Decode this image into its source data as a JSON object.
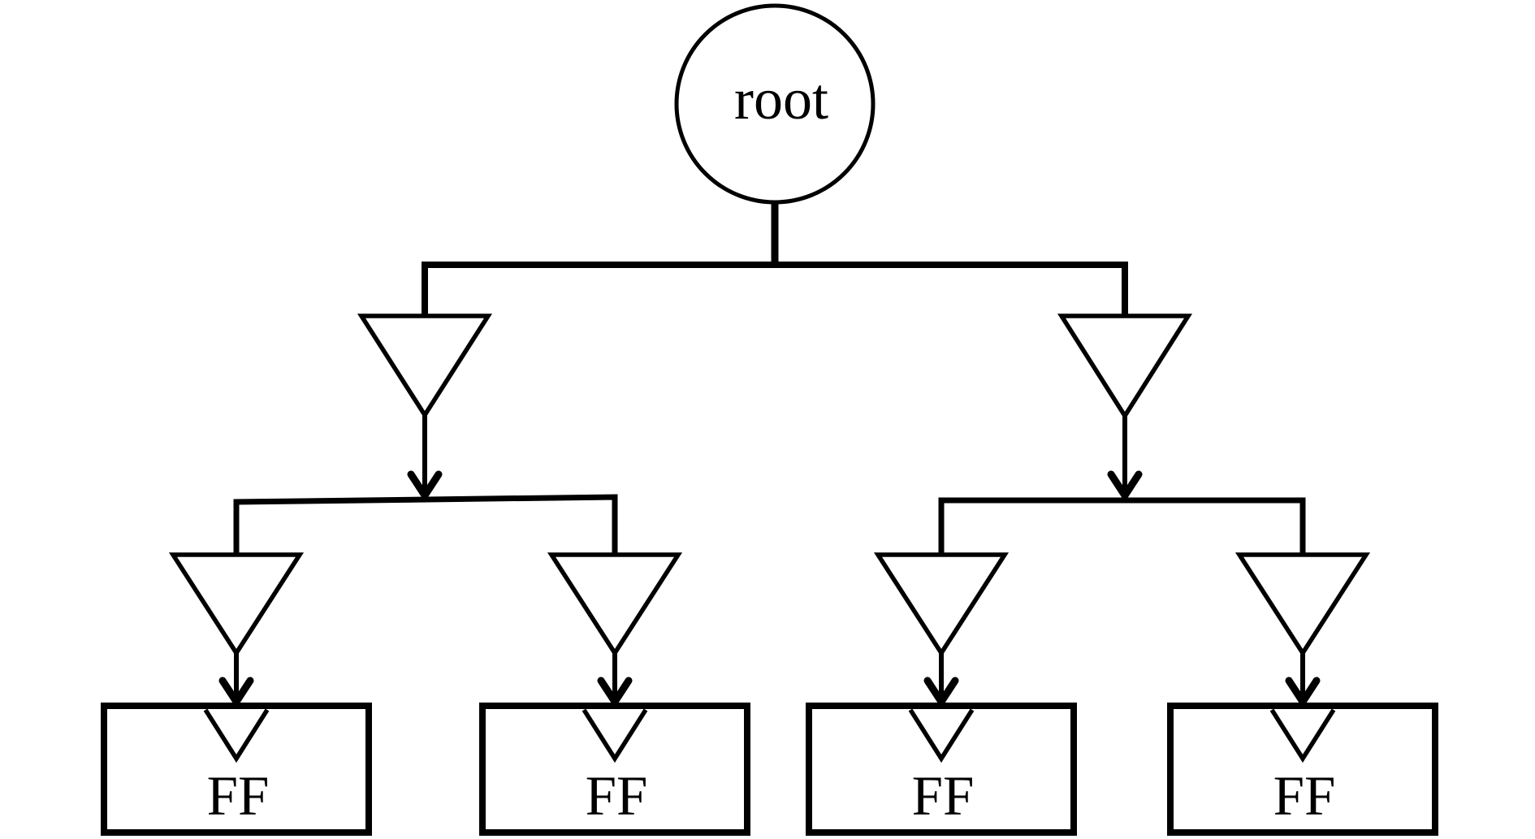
{
  "colors": {
    "background": "#ffffff",
    "stroke": "#000000"
  },
  "root": {
    "label": "root"
  },
  "ff_units": [
    {
      "label": "FF"
    },
    {
      "label": "FF"
    },
    {
      "label": "FF"
    },
    {
      "label": "FF"
    }
  ],
  "icons": {
    "root_shape": "root-circle-node",
    "buffer": "buffer-triangle-icon",
    "arrow": "arrowhead-down-icon",
    "clock_input": "clock-input-notch-icon"
  }
}
